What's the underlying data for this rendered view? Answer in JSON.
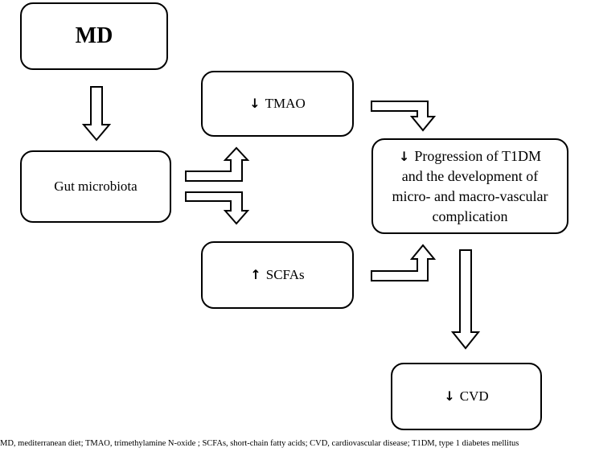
{
  "boxes": {
    "md": {
      "label": "MD"
    },
    "gut": {
      "label": "Gut microbiota"
    },
    "tmao": {
      "label": "TMAO",
      "direction_icon": "↓"
    },
    "scfas": {
      "label": "SCFAs",
      "direction_icon": "↑"
    },
    "progression": {
      "direction_icon": "↓",
      "line1": "Progression of T1DM",
      "line2": "and the development of",
      "line3": "micro- and macro-vascular",
      "line4": "complication"
    },
    "cvd": {
      "label": "CVD",
      "direction_icon": "↓"
    }
  },
  "footnote": "MD, mediterranean diet; TMAO, trimethylamine N-oxide ; SCFAs, short-chain fatty acids; CVD, cardiovascular disease; T1DM, type 1 diabetes mellitus"
}
